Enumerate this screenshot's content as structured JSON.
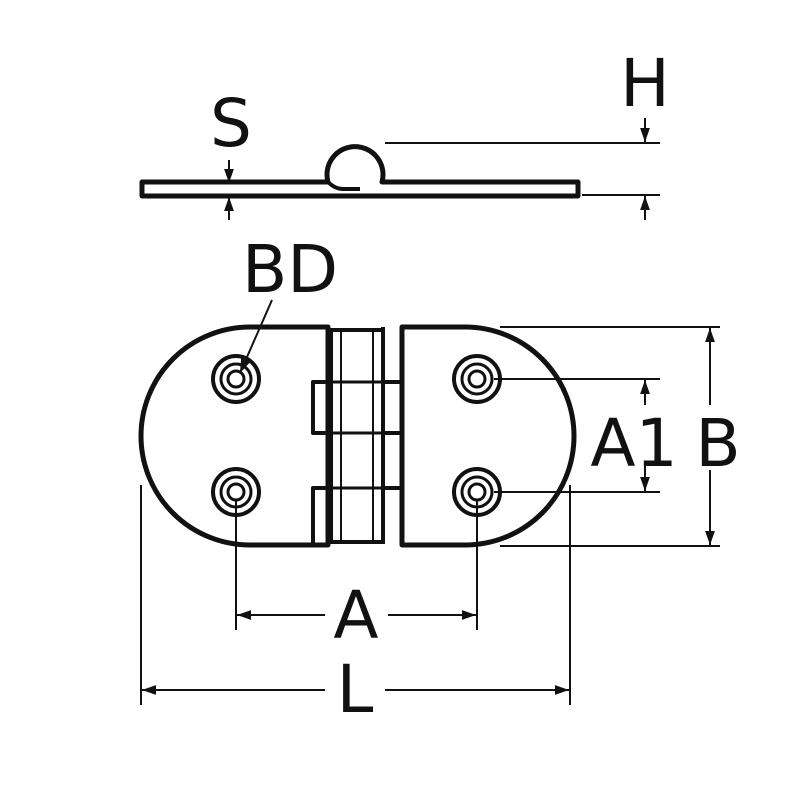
{
  "labels": {
    "thickness": "S",
    "height": "H",
    "bore_diameter": "BD",
    "hole_spacing_length": "A",
    "hole_spacing_width": "A1",
    "width": "B",
    "length": "L"
  },
  "colors": {
    "line": "#111111",
    "background": "#ffffff"
  }
}
